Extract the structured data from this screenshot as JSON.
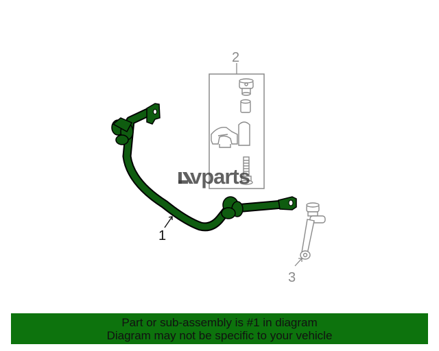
{
  "diagram": {
    "callouts": {
      "part1": "1",
      "part2": "2",
      "part3": "3"
    },
    "watermark": {
      "brand": "vparts"
    }
  },
  "colors": {
    "part_fill": "#0f5c10",
    "part_outline": "#000000",
    "hardware_line": "#8a8a8a",
    "banner_background": "#0d730d"
  },
  "banner": {
    "line1": "Part or sub-assembly is #1 in diagram",
    "line2": "Diagram may not be specific to your vehicle"
  }
}
